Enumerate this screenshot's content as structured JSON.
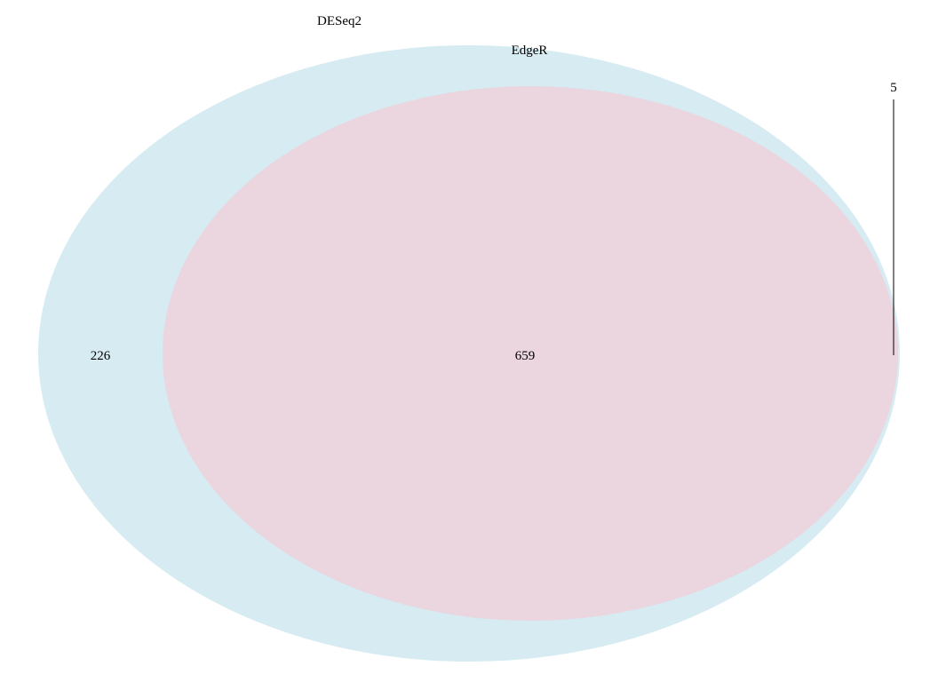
{
  "venn": {
    "sets": [
      {
        "name": "DESeq2",
        "color": "#add8e6"
      },
      {
        "name": "EdgeR",
        "color": "#ffc0cb"
      }
    ],
    "regions": {
      "deseq2_only": "226",
      "both": "659",
      "edger_only": "5"
    }
  }
}
